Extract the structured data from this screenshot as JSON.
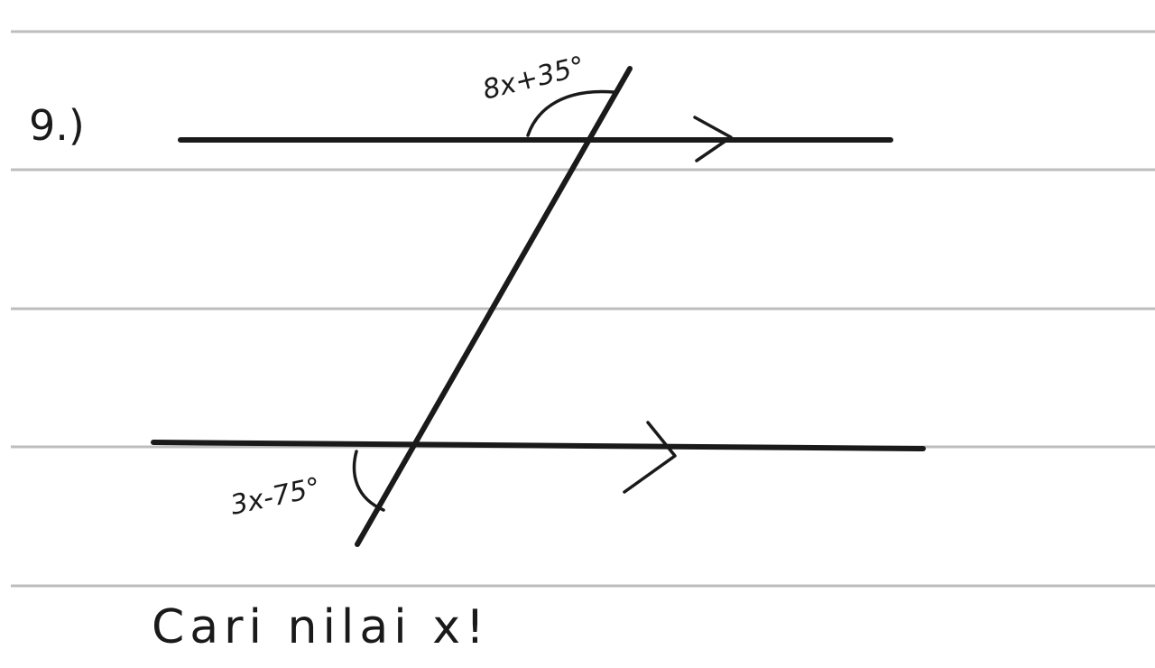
{
  "problem": {
    "number": "9.)",
    "angle_top": "8x+35°",
    "angle_bottom": "3x-75°",
    "question": "Cari nilai x!"
  },
  "colors": {
    "ink": "#1a1a1a",
    "rule_line": "#bdbdbd",
    "paper": "#ffffff"
  }
}
